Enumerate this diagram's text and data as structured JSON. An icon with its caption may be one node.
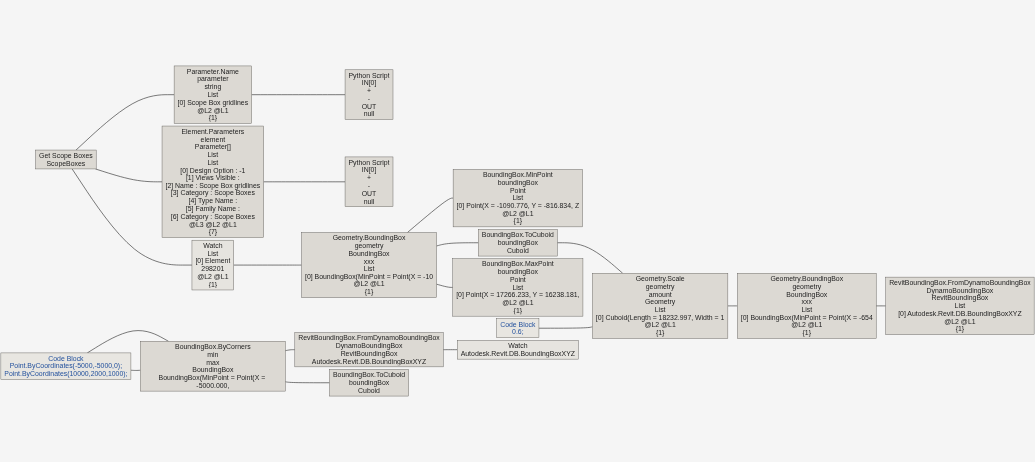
{
  "diagram": {
    "nodes": [
      {
        "text": [
          "Get Scope Boxes",
          "ScopeBoxes"
        ]
      },
      {
        "text": [
          "Parameter.Name",
          "parameter",
          "string",
          "List",
          "[0] Scope Box gridlines",
          "@L2 @L1",
          "{1}"
        ]
      },
      {
        "text": [
          "Python Script",
          "IN[0]",
          "+",
          "-",
          "OUT",
          "null"
        ]
      },
      {
        "text": [
          "Watch",
          "List",
          "[0] Element",
          "298201",
          "@L2 @L1",
          "{1}"
        ]
      },
      {
        "text": [
          "Element.Parameters",
          "element",
          "Parameter[]",
          "List",
          "List",
          "[0] Design Option : -1",
          "[1] Views Visible :",
          "[2] Name : Scope Box gridlines",
          "[3] Category : Scope Boxes",
          "[4] Type Name :",
          "[5] Family Name :",
          "[6] Category : Scope Boxes",
          "@L3 @L2 @L1",
          "{7}"
        ]
      },
      {
        "text": [
          "Python Script",
          "IN[0]",
          "+",
          "-",
          "OUT",
          "null"
        ]
      },
      {
        "text": [
          "Geometry.BoundingBox",
          "geometry",
          "BoundingBox",
          "xxx",
          "List",
          "[0] BoundingBox(MinPoint = Point(X = -10",
          "@L2 @L1",
          "{1}"
        ]
      },
      {
        "text": [
          "BoundingBox.MinPoint",
          "boundingBox",
          "Point",
          "List",
          "[0] Point(X = -1090.776, Y = -816.834, Z",
          "@L2 @L1",
          "{1}"
        ]
      },
      {
        "text": [
          "BoundingBox.ToCuboid",
          "boundingBox",
          "Cuboid"
        ]
      },
      {
        "text": [
          "BoundingBox.MaxPoint",
          "boundingBox",
          "Point",
          "List",
          "[0] Point(X = 17266.233, Y = 16238.181,",
          "@L2 @L1",
          "{1}"
        ]
      },
      {
        "text": [
          "Code Block",
          "0.6;"
        ]
      },
      {
        "text": [
          "Geometry.Scale",
          "geometry",
          "amount",
          "Geometry",
          "List",
          "[0] Cuboid(Length = 18232.997, Width = 1",
          "@L2 @L1",
          "{1}"
        ]
      },
      {
        "text": [
          "Geometry.BoundingBox",
          "geometry",
          "BoundingBox",
          "xxx",
          "List",
          "[0] BoundingBox(MinPoint = Point(X = -654",
          "@L2 @L1",
          "{1}"
        ]
      },
      {
        "text": [
          "RevitBoundingBox.FromDynamoBoundingBox",
          "DynamoBoundingBox",
          "RevitBoundingBox",
          "List",
          "[0] Autodesk.Revit.DB.BoundingBoxXYZ",
          "@L2 @L1",
          "{1}"
        ]
      },
      {
        "text": [
          "Code Block",
          "Point.ByCoordinates(-5000,-5000,0);",
          "Point.ByCoordinates(10000,2000,1000);"
        ]
      },
      {
        "text": [
          "BoundingBox.ByCorners",
          "min",
          "max",
          "BoundingBox",
          "BoundingBox(MinPoint = Point(X = -5000.000,"
        ]
      },
      {
        "text": [
          "RevitBoundingBox.FromDynamoBoundingBox",
          "DynamoBoundingBox",
          "RevitBoundingBox",
          "Autodesk.Revit.DB.BoundingBoxXYZ"
        ]
      },
      {
        "text": [
          "Watch",
          "Autodesk.Revit.DB.BoundingBoxXYZ"
        ]
      },
      {
        "text": [
          "BoundingBox.ToCuboid",
          "boundingBox",
          "Cuboid"
        ]
      }
    ],
    "edges": [
      {
        "from": 0,
        "to": 1,
        "arrow": "none"
      },
      {
        "from": 0,
        "to": 3,
        "arrow": "none"
      },
      {
        "from": 0,
        "to": 4,
        "arrow": "none"
      },
      {
        "from": 1,
        "to": 2,
        "arrow": "none"
      },
      {
        "from": 4,
        "to": 5,
        "arrow": "none"
      },
      {
        "from": 3,
        "to": 6,
        "arrow": "none"
      },
      {
        "from": 6,
        "to": 7,
        "arrow": "none"
      },
      {
        "from": 6,
        "to": 8,
        "arrow": "none"
      },
      {
        "from": 6,
        "to": 9,
        "arrow": "none"
      },
      {
        "from": 8,
        "to": 11,
        "arrow": "none"
      },
      {
        "from": 10,
        "to": 11,
        "arrow": "none"
      },
      {
        "from": 11,
        "to": 12,
        "arrow": "none"
      },
      {
        "from": 12,
        "to": 13,
        "arrow": "none"
      },
      {
        "from": 14,
        "to": 15,
        "arrow": "none"
      },
      {
        "from": 14,
        "to": 15,
        "arrow": "none"
      },
      {
        "from": 15,
        "to": 16,
        "arrow": "none"
      },
      {
        "from": 15,
        "to": 18,
        "arrow": "none"
      },
      {
        "from": 16,
        "to": 17,
        "arrow": "none"
      }
    ]
  }
}
